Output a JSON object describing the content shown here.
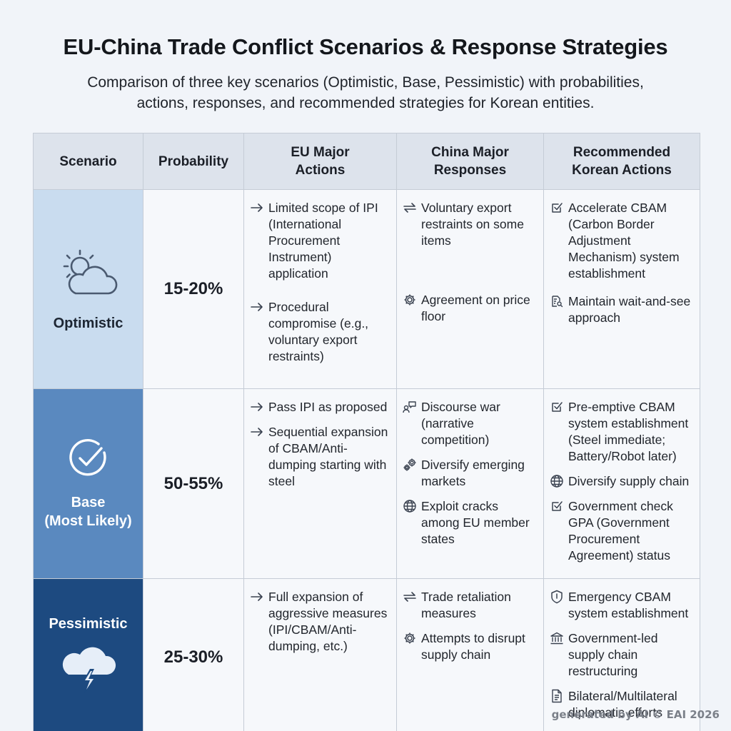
{
  "title": "EU-China Trade Conflict Scenarios & Response Strategies",
  "subtitle_line1": "Comparison of three key scenarios (Optimistic, Base, Pessimistic) with probabilities,",
  "subtitle_line2": "actions, responses, and recommended strategies for Korean entities.",
  "headers": {
    "scenario": "Scenario",
    "probability": "Probability",
    "eu_line1": "EU Major",
    "eu_line2": "Actions",
    "china_line1": "China Major",
    "china_line2": "Responses",
    "korea_line1": "Recommended",
    "korea_line2": "Korean Actions"
  },
  "rows": [
    {
      "scenario": "Optimistic",
      "scenario_icon": "sun-cloud-icon",
      "probability": "15-20%",
      "eu": [
        {
          "icon": "arrow-right-icon",
          "text": "Limited scope of IPI (International Procurement Instrument) application"
        },
        {
          "icon": "arrow-right-icon",
          "text": "Procedural compromise (e.g., voluntary export restraints)"
        }
      ],
      "china": [
        {
          "icon": "swap-arrows-icon",
          "text": "Voluntary export restraints on some items"
        },
        {
          "icon": "gear-icon",
          "text": "Agreement on price floor"
        }
      ],
      "korea": [
        {
          "icon": "checkbox-icon",
          "text": "Accelerate CBAM (Carbon Border Adjustment Mechanism) system establishment"
        },
        {
          "icon": "document-search-icon",
          "text": "Maintain wait-and-see approach"
        }
      ]
    },
    {
      "scenario_line1": "Base",
      "scenario_line2": "(Most Likely)",
      "scenario_icon": "check-circle-icon",
      "probability": "50-55%",
      "eu": [
        {
          "icon": "arrow-right-icon",
          "text": "Pass IPI as proposed"
        },
        {
          "icon": "arrow-right-icon",
          "text": "Sequential expansion of CBAM/Anti-dumping starting with steel"
        }
      ],
      "china": [
        {
          "icon": "speech-person-icon",
          "text": "Discourse war (narrative competition)"
        },
        {
          "icon": "gears-icon",
          "text": "Diversify emerging markets"
        },
        {
          "icon": "globe-icon",
          "text": "Exploit cracks among EU member states"
        }
      ],
      "korea": [
        {
          "icon": "checkbox-icon",
          "text": "Pre-emptive CBAM system establishment (Steel immediate; Battery/Robot later)"
        },
        {
          "icon": "globe-icon",
          "text": "Diversify supply chain"
        },
        {
          "icon": "checkbox-icon",
          "text": "Government check GPA (Government Procurement Agreement) status"
        }
      ]
    },
    {
      "scenario": "Pessimistic",
      "scenario_icon": "storm-cloud-icon",
      "probability": "25-30%",
      "eu": [
        {
          "icon": "arrow-right-icon",
          "text": "Full expansion of aggressive measures (IPI/CBAM/Anti-dumping, etc.)"
        }
      ],
      "china": [
        {
          "icon": "swap-arrows-icon",
          "text": "Trade retaliation measures"
        },
        {
          "icon": "gear-icon",
          "text": "Attempts to disrupt supply chain"
        }
      ],
      "korea": [
        {
          "icon": "shield-icon",
          "text": "Emergency CBAM system establishment"
        },
        {
          "icon": "government-building-icon",
          "text": "Government-led supply chain restructuring"
        },
        {
          "icon": "document-icon",
          "text": "Bilateral/Multilateral diplomatic efforts"
        }
      ]
    }
  ],
  "footer": "generated by AI © EAI 2026"
}
